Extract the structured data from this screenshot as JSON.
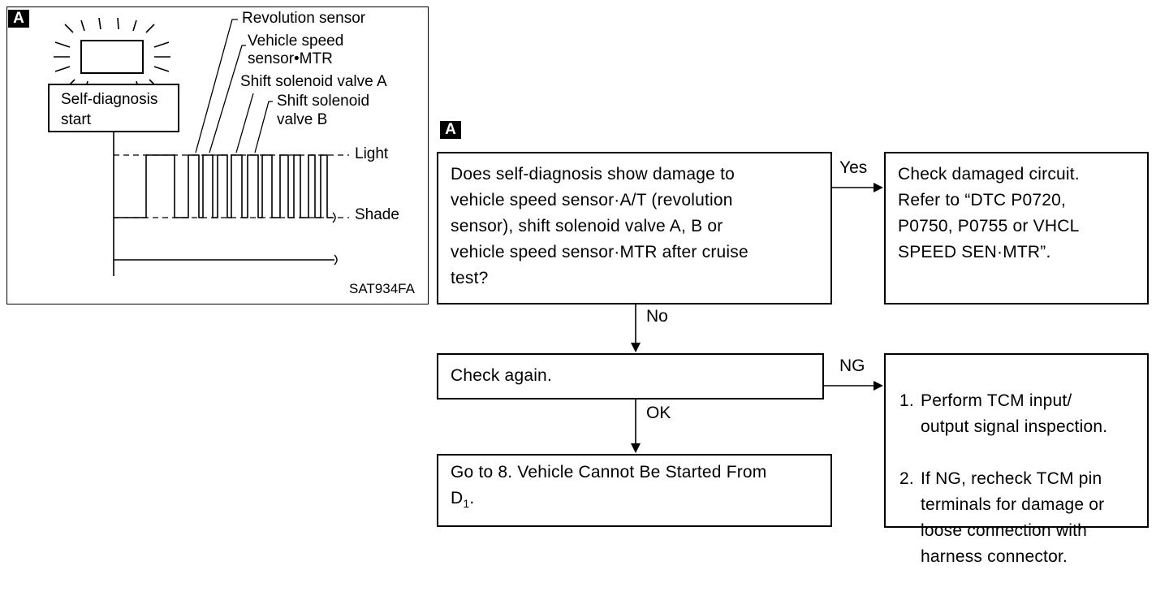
{
  "figure": {
    "badge": "A",
    "labels": {
      "revolution_sensor": "Revolution sensor",
      "vss_mtr_line1": "Vehicle speed",
      "vss_mtr_line2": "sensor•MTR",
      "solenoid_a": "Shift solenoid valve A",
      "solenoid_b_line1": "Shift solenoid",
      "solenoid_b_line2": "valve B",
      "light": "Light",
      "shade": "Shade"
    },
    "start_box": "Self-diagnosis\nstart",
    "code": "SAT934FA"
  },
  "flow": {
    "badge": "A",
    "question": "Does self-diagnosis show damage to\nvehicle speed sensor·A/T (revolution\nsensor), shift solenoid valve A, B or\nvehicle speed sensor·MTR after cruise\ntest?",
    "yes_label": "Yes",
    "no_label": "No",
    "check_damaged": "Check damaged circuit.\nRefer to “DTC P0720,\nP0750, P0755 or VHCL\nSPEED SEN·MTR”.",
    "check_again": "Check again.",
    "ng_label": "NG",
    "ok_label": "OK",
    "goto_text": "Go to 8. Vehicle Cannot Be Started From",
    "goto_d": "D",
    "goto_sub": "1",
    "goto_end": ".",
    "ng_steps": [
      {
        "num": "1.",
        "text": "Perform TCM input/\noutput signal inspection."
      },
      {
        "num": "2.",
        "text": "If NG, recheck TCM pin\nterminals for damage or\nloose connection with\nharness connector."
      }
    ]
  }
}
